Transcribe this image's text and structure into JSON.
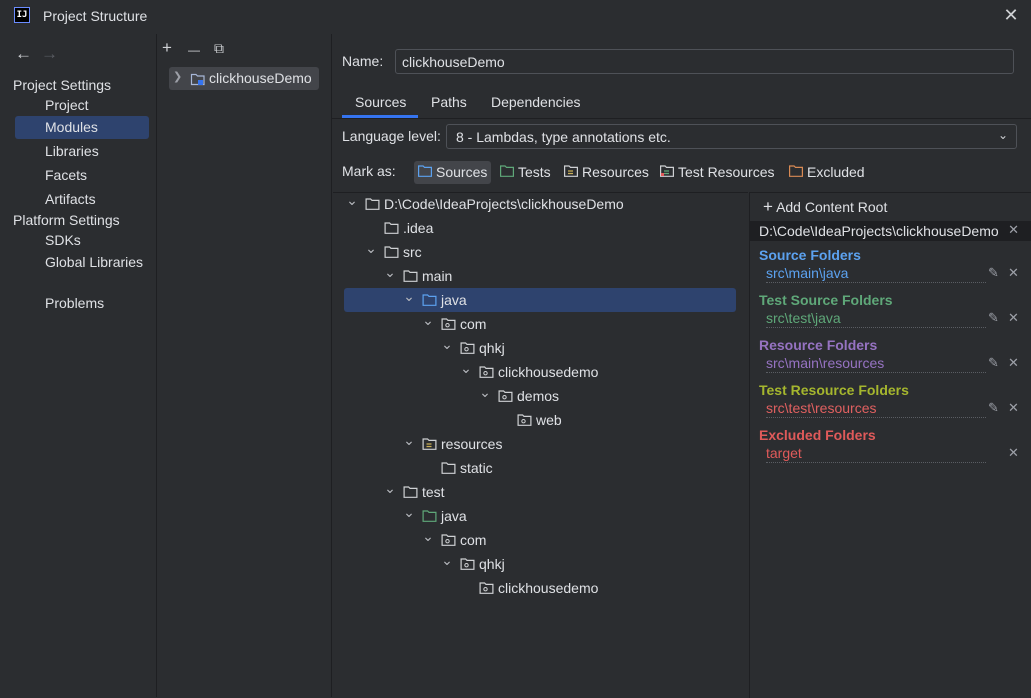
{
  "window": {
    "title": "Project Structure",
    "logo": "IJ",
    "close": "✕"
  },
  "nav": {
    "back": "←",
    "forward": "→",
    "project_settings": "Project Settings",
    "project_items": [
      "Project",
      "Modules",
      "Libraries",
      "Facets",
      "Artifacts"
    ],
    "platform_settings": "Platform Settings",
    "platform_items": [
      "SDKs",
      "Global Libraries"
    ],
    "problems": "Problems",
    "selected": "Modules"
  },
  "modules": {
    "toolbar": {
      "add": "+",
      "remove": "—",
      "copy": "⧉"
    },
    "items": [
      {
        "name": "clickhouseDemo"
      }
    ]
  },
  "module": {
    "name_label": "Name:",
    "name_value": "clickhouseDemo",
    "tabs": [
      "Sources",
      "Paths",
      "Dependencies"
    ],
    "active_tab": "Sources",
    "language_level_label": "Language level:",
    "language_level_value": "8 - Lambdas, type annotations etc.",
    "mark_as_label": "Mark as:",
    "mark_as": [
      "Sources",
      "Tests",
      "Resources",
      "Test Resources",
      "Excluded"
    ]
  },
  "tree": [
    {
      "label": "D:\\Code\\IdeaProjects\\clickhouseDemo",
      "depth": 0,
      "expanded": true,
      "icon": "root-folder-icon"
    },
    {
      "label": ".idea",
      "depth": 1,
      "expanded": null,
      "icon": "folder-icon"
    },
    {
      "label": "src",
      "depth": 1,
      "expanded": true,
      "icon": "folder-icon"
    },
    {
      "label": "main",
      "depth": 2,
      "expanded": true,
      "icon": "folder-icon"
    },
    {
      "label": "java",
      "depth": 3,
      "expanded": true,
      "icon": "source-folder-icon",
      "selected": true
    },
    {
      "label": "com",
      "depth": 4,
      "expanded": true,
      "icon": "package-icon"
    },
    {
      "label": "qhkj",
      "depth": 5,
      "expanded": true,
      "icon": "package-icon"
    },
    {
      "label": "clickhousedemo",
      "depth": 6,
      "expanded": true,
      "icon": "package-icon"
    },
    {
      "label": "demos",
      "depth": 7,
      "expanded": true,
      "icon": "package-icon"
    },
    {
      "label": "web",
      "depth": 8,
      "expanded": null,
      "icon": "package-icon"
    },
    {
      "label": "resources",
      "depth": 3,
      "expanded": true,
      "icon": "resource-folder-icon"
    },
    {
      "label": "static",
      "depth": 4,
      "expanded": null,
      "icon": "folder-icon"
    },
    {
      "label": "test",
      "depth": 2,
      "expanded": true,
      "icon": "folder-icon"
    },
    {
      "label": "java",
      "depth": 3,
      "expanded": true,
      "icon": "test-folder-icon"
    },
    {
      "label": "com",
      "depth": 4,
      "expanded": true,
      "icon": "package-icon"
    },
    {
      "label": "qhkj",
      "depth": 5,
      "expanded": true,
      "icon": "package-icon"
    },
    {
      "label": "clickhousedemo",
      "depth": 6,
      "expanded": null,
      "icon": "package-icon"
    }
  ],
  "content_roots": {
    "add_label": "Add Content Root",
    "root_path": "D:\\Code\\IdeaProjects\\clickhouseDemo",
    "groups": [
      {
        "title": "Source Folders",
        "item": "src\\main\\java",
        "color": "#5ca2f0",
        "editable": true
      },
      {
        "title": "Test Source Folders",
        "item": "src\\test\\java",
        "color": "#5fa879",
        "editable": true
      },
      {
        "title": "Resource Folders",
        "item": "src\\main\\resources",
        "color": "#9673c2",
        "editable": true
      },
      {
        "title": "Test Resource Folders",
        "item": "src\\test\\resources",
        "color": "#a5b62e",
        "item_color": "#e06060",
        "editable": true
      },
      {
        "title": "Excluded Folders",
        "item": "target",
        "color": "#e05a5a",
        "editable": false
      }
    ]
  },
  "colors": {
    "source": "#5ca2f0",
    "test": "#5fa879",
    "resource": "#c9ae56",
    "excluded": "#d98a54",
    "selection": "#2e436e",
    "accent": "#3574f0"
  }
}
